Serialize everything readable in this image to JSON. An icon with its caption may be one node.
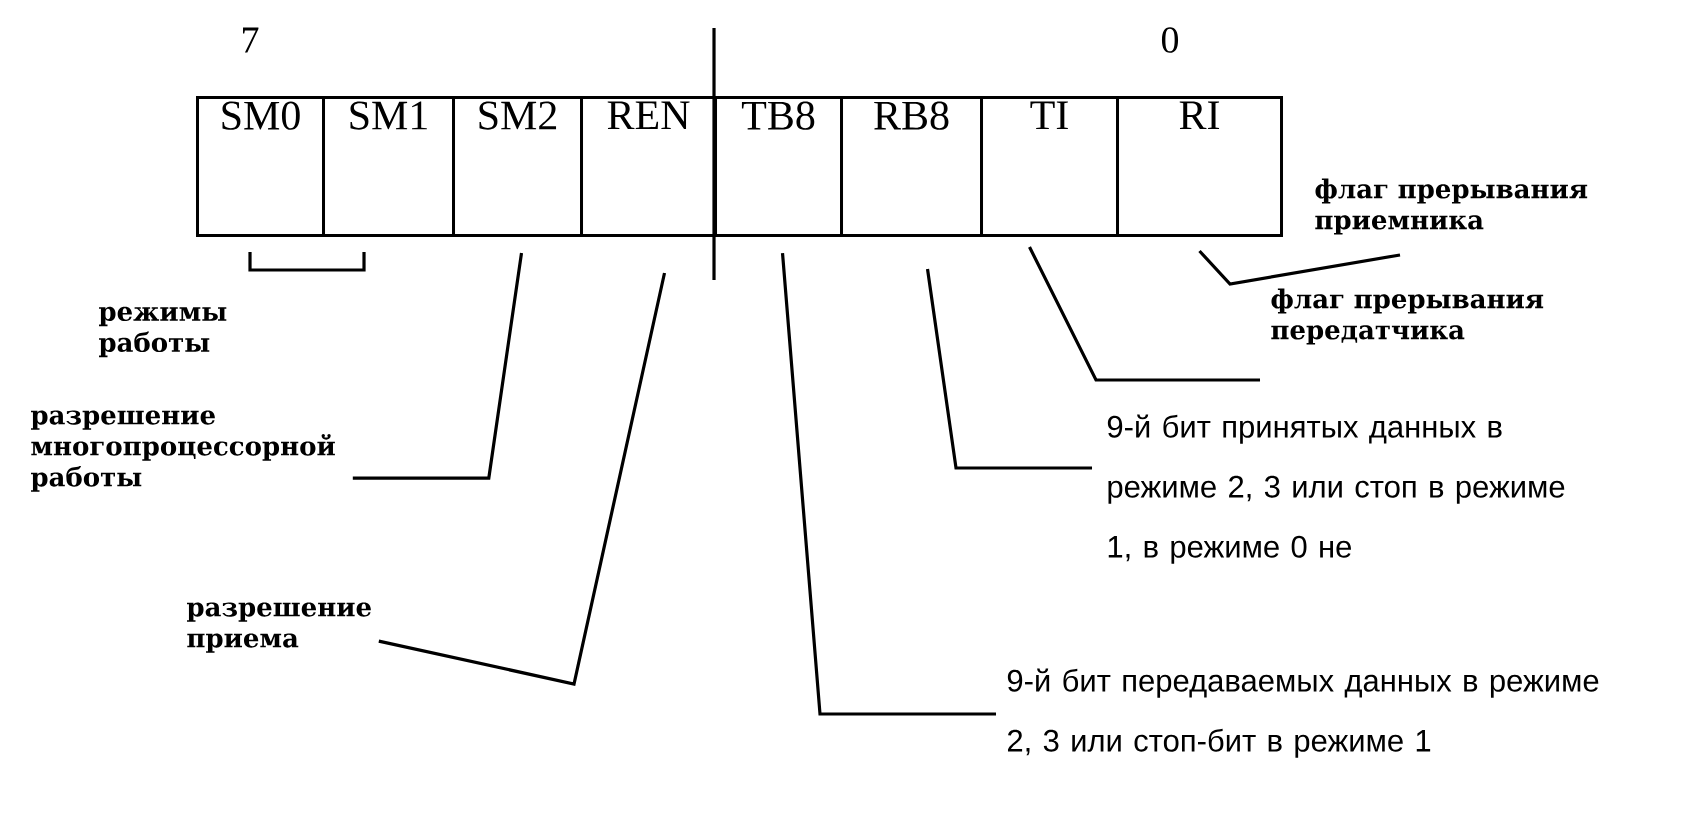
{
  "diagram": {
    "nodes": [
      {
        "text": [
          "SM0"
        ]
      },
      {
        "text": [
          "SM1"
        ]
      },
      {
        "text": [
          "SM2"
        ]
      },
      {
        "text": [
          "REN"
        ]
      },
      {
        "text": [
          "TB8"
        ]
      },
      {
        "text": [
          "RB8"
        ]
      },
      {
        "text": [
          "TI"
        ]
      },
      {
        "text": [
          "RI"
        ]
      },
      {
        "text": [
          "разрешение многопроцессорной работы"
        ]
      },
      {
        "text": [
          "разрешение приема"
        ]
      },
      {
        "text": [
          "9-й бит принятых данных в режиме 2, 3 или стоп в режиме 1, в режиме 0 не"
        ]
      },
      {
        "text": [
          "9-й бит передаваемых данных в режиме 2, 3 или стоп-бит в режиме 1"
        ]
      },
      {
        "text": [
          "флаг прерывания передатчика"
        ]
      },
      {
        "text": [
          "флаг прерывания приемника"
        ]
      }
    ],
    "edges": [
      {
        "from": 8,
        "to": 2,
        "arrow": "none"
      },
      {
        "from": 9,
        "to": 3,
        "arrow": "none"
      },
      {
        "from": 10,
        "to": 5,
        "arrow": "none"
      },
      {
        "from": 11,
        "to": 4,
        "arrow": "none"
      },
      {
        "from": 12,
        "to": 6,
        "arrow": "none"
      },
      {
        "from": 13,
        "to": 7,
        "arrow": "none"
      }
    ],
    "labels": [
      "7",
      "0",
      "режимы работы"
    ]
  }
}
